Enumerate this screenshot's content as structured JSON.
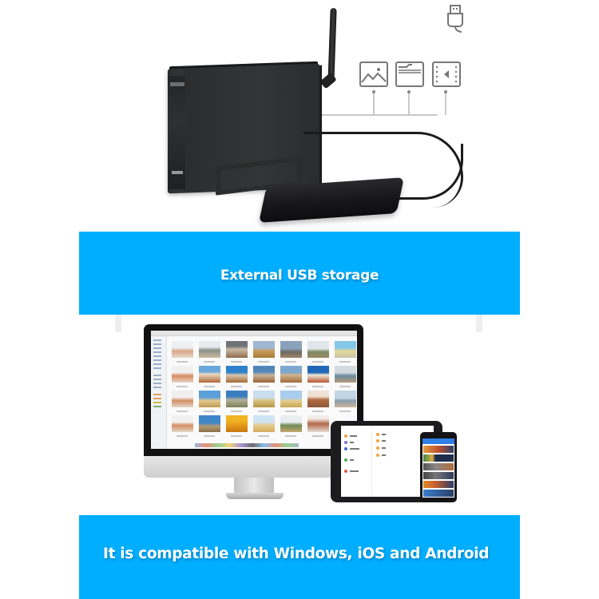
{
  "hero": {
    "device": "3.5-inch HDD enclosure with antenna and stand",
    "accessory": "external portable hard drive connected by cable",
    "diagram_icons": [
      "usb-plug-icon",
      "image-icon",
      "folder-icon",
      "video-icon"
    ]
  },
  "banners": {
    "top": {
      "text": "External USB storage"
    },
    "bottom": {
      "text": "It is compatible with Windows, iOS and Android"
    }
  },
  "devices_showcase": {
    "items": [
      "desktop-monitor",
      "tablet",
      "smartphone"
    ],
    "desktop": {
      "view": "photo thumbnail grid",
      "rows": 4,
      "columns": 7
    }
  },
  "colors": {
    "banner_blue": "#00aeff",
    "banner_text": "#ffffff",
    "device_black": "#2b2d2e",
    "icon_gray": "#777777",
    "connector_gray": "#c9c9c9",
    "phone_bar_blue": "#2f7fe6"
  }
}
